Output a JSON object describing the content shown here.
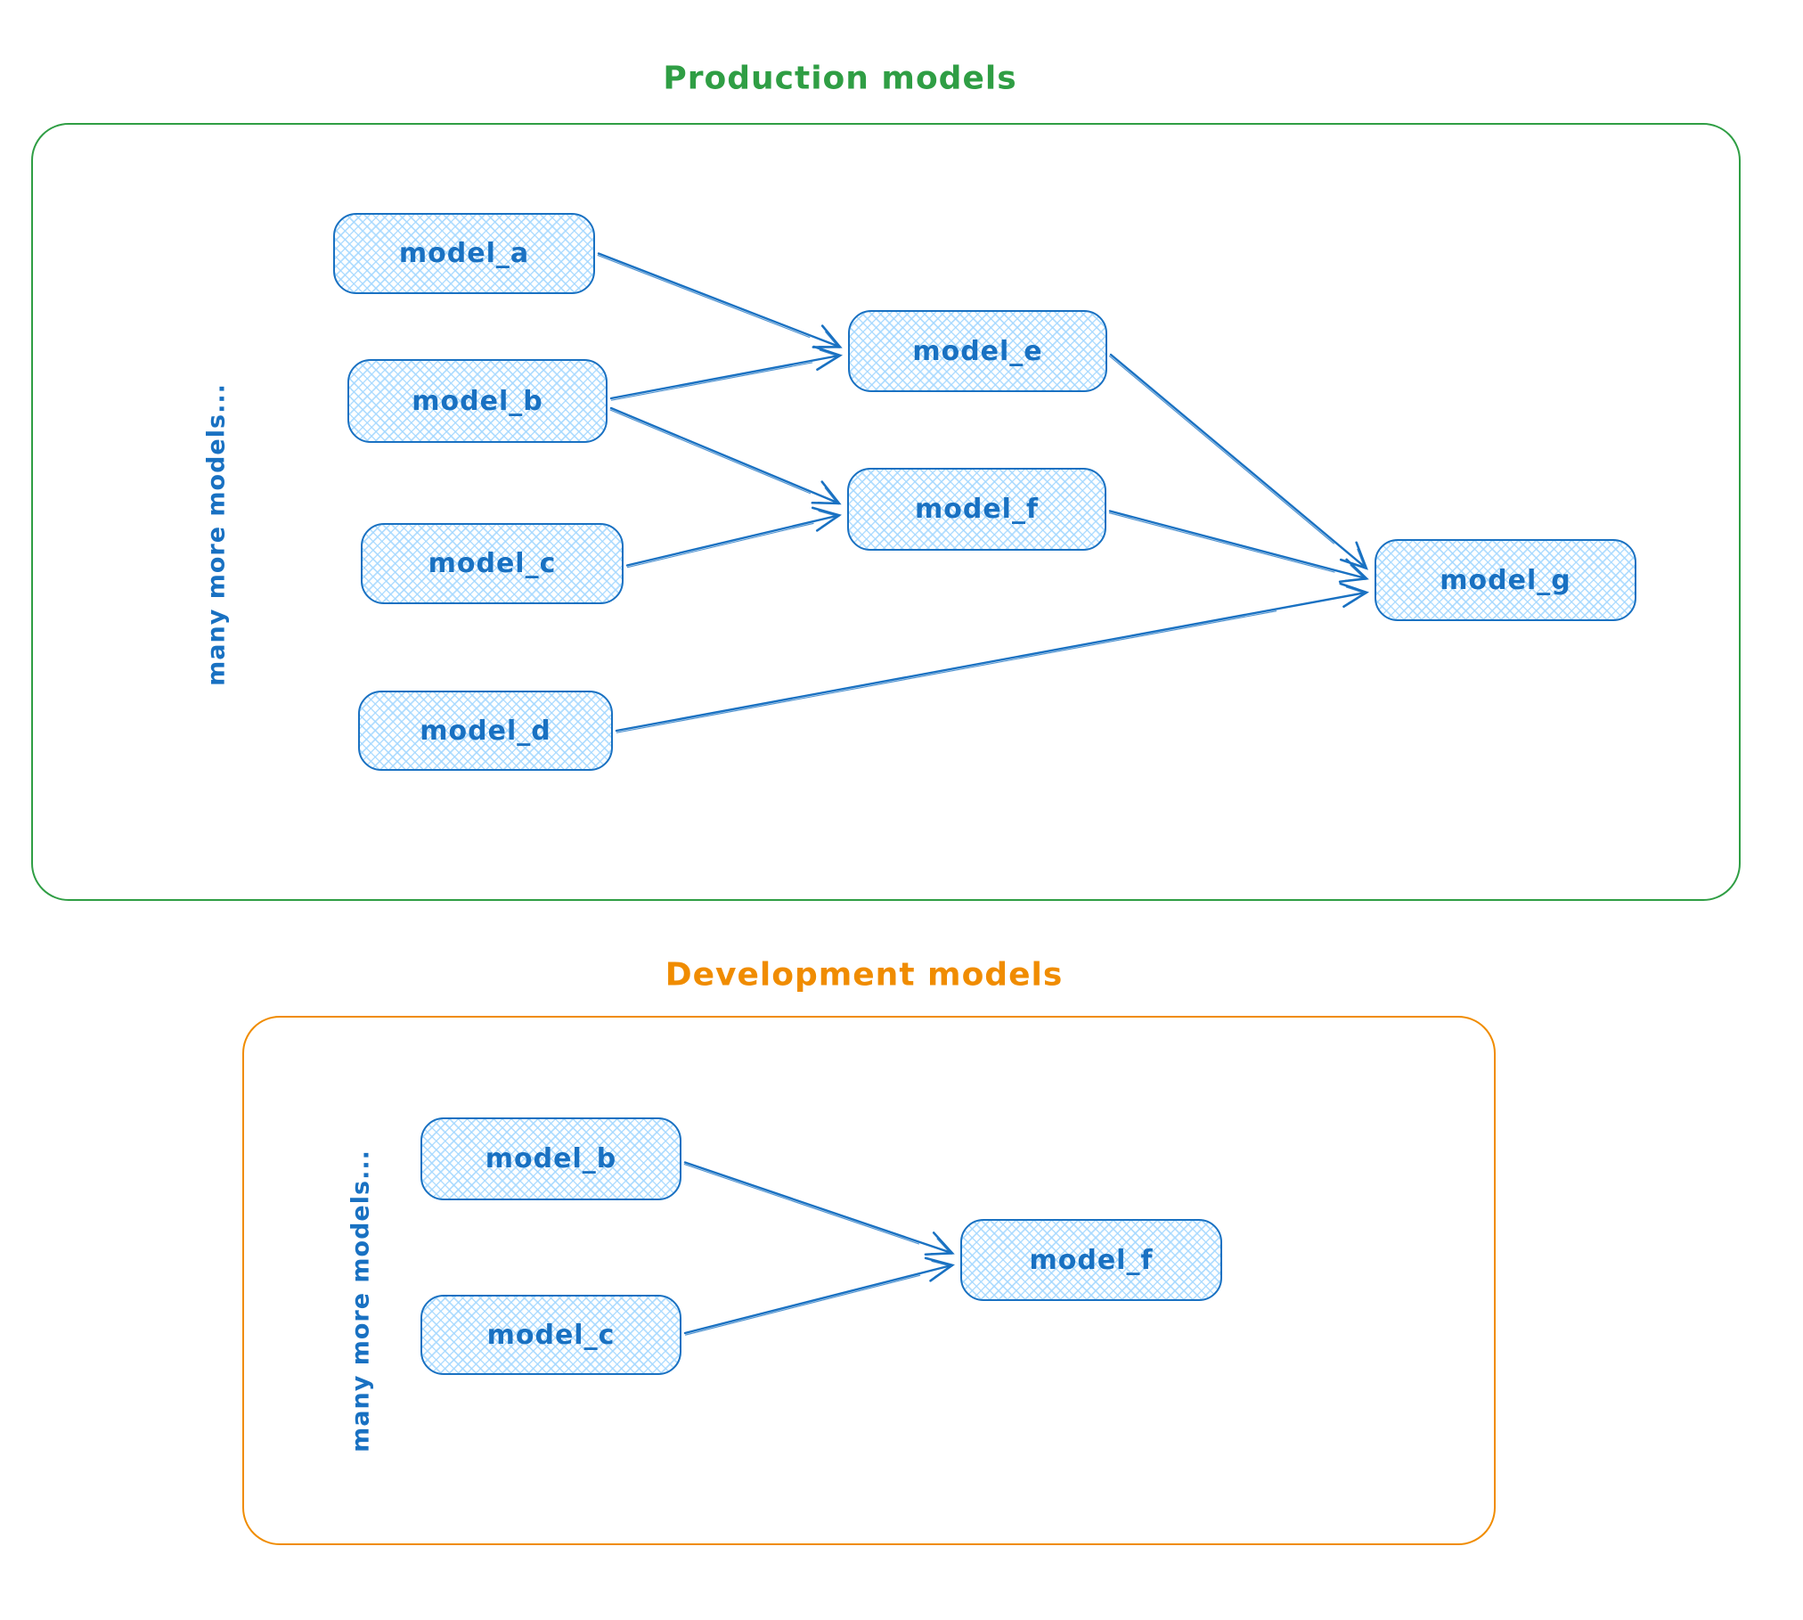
{
  "diagram": {
    "node_style": {
      "stroke": "#1971c2",
      "hatch_fill": "#a5d8ff",
      "text_color": "#1971c2"
    },
    "sections": [
      {
        "id": "production",
        "title": "Production models",
        "accent_color": "#2f9e44",
        "side_label": "many more models...",
        "nodes": [
          {
            "id": "model_a",
            "label": "model_a"
          },
          {
            "id": "model_b",
            "label": "model_b"
          },
          {
            "id": "model_c",
            "label": "model_c"
          },
          {
            "id": "model_d",
            "label": "model_d"
          },
          {
            "id": "model_e",
            "label": "model_e"
          },
          {
            "id": "model_f",
            "label": "model_f"
          },
          {
            "id": "model_g",
            "label": "model_g"
          }
        ],
        "edges": [
          {
            "from": "model_a",
            "to": "model_e"
          },
          {
            "from": "model_b",
            "to": "model_e"
          },
          {
            "from": "model_b",
            "to": "model_f"
          },
          {
            "from": "model_c",
            "to": "model_f"
          },
          {
            "from": "model_e",
            "to": "model_g"
          },
          {
            "from": "model_f",
            "to": "model_g"
          },
          {
            "from": "model_d",
            "to": "model_g"
          }
        ]
      },
      {
        "id": "development",
        "title": "Development models",
        "accent_color": "#f08c00",
        "side_label": "many more models...",
        "nodes": [
          {
            "id": "model_b",
            "label": "model_b"
          },
          {
            "id": "model_c",
            "label": "model_c"
          },
          {
            "id": "model_f",
            "label": "model_f"
          }
        ],
        "edges": [
          {
            "from": "model_b",
            "to": "model_f"
          },
          {
            "from": "model_c",
            "to": "model_f"
          }
        ]
      }
    ]
  }
}
